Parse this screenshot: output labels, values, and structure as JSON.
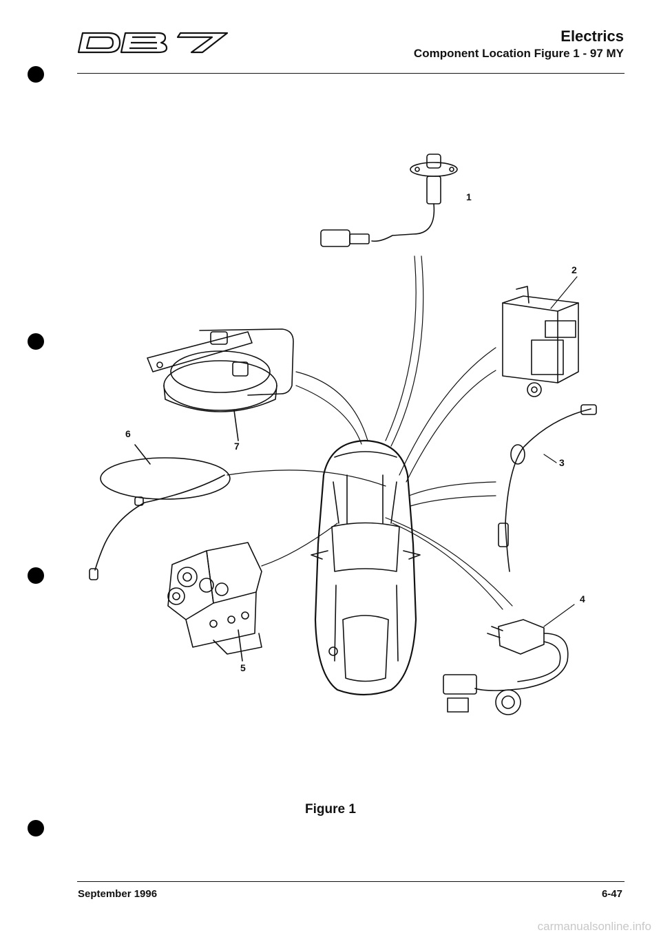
{
  "header": {
    "logo": "DB7",
    "title": "Electrics",
    "subtitle": "Component Location Figure 1 - 97 MY"
  },
  "figure": {
    "caption": "Figure 1",
    "callouts": [
      "1",
      "2",
      "3",
      "4",
      "5",
      "6",
      "7"
    ]
  },
  "footer": {
    "date": "September 1996",
    "page": "6-47"
  },
  "watermark": "carmanualsonline.info",
  "icons": [
    "binder-hole-icon",
    "db7-logo-icon"
  ]
}
